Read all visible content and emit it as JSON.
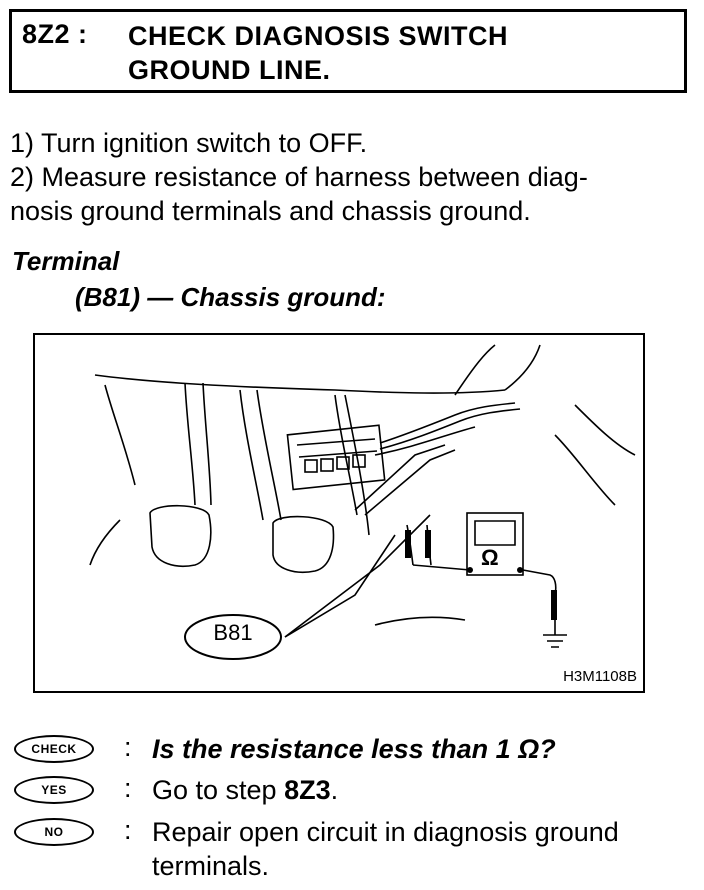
{
  "header": {
    "step_id": "8Z2 :",
    "title_line1": "CHECK DIAGNOSIS SWITCH",
    "title_line2": "GROUND LINE."
  },
  "instructions": {
    "line1": "1)  Turn ignition switch to OFF.",
    "line2": "2)  Measure resistance of harness between diag-",
    "line3": "nosis ground terminals and chassis ground."
  },
  "terminal": {
    "label": "Terminal",
    "spec": "(B81) — Chassis ground:"
  },
  "figure": {
    "callout": "B81",
    "meter_symbol": "Ω",
    "code": "H3M1108B"
  },
  "qa": {
    "check": {
      "badge": "CHECK",
      "text": "Is the resistance less than 1 Ω?"
    },
    "yes": {
      "badge": "YES",
      "text_prefix": "Go to step ",
      "step": "8Z3",
      "text_suffix": "."
    },
    "no": {
      "badge": "NO",
      "text": "Repair open circuit in diagnosis ground terminals."
    },
    "colon": ":"
  }
}
